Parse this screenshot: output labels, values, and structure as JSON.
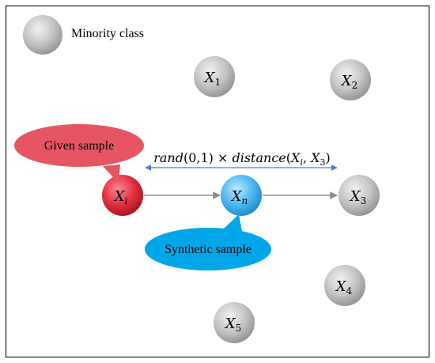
{
  "legend": {
    "label": "Minority class"
  },
  "points": {
    "x1": {
      "base": "X",
      "sub": "1"
    },
    "x2": {
      "base": "X",
      "sub": "2"
    },
    "x3": {
      "base": "X",
      "sub": "3"
    },
    "x4": {
      "base": "X",
      "sub": "4"
    },
    "x5": {
      "base": "X",
      "sub": "5"
    },
    "xi": {
      "base": "X",
      "sub": "i"
    },
    "xn": {
      "base": "X",
      "sub": "n"
    }
  },
  "callouts": {
    "given": "Given sample",
    "synthetic": "Synthetic sample"
  },
  "formula": {
    "rand": "rand",
    "rand_args": "(0,1) × ",
    "distance": "distance",
    "open": "(",
    "arg1_base": "X",
    "arg1_sub": "i",
    "comma": ", ",
    "arg2_base": "X",
    "arg2_sub": "3",
    "close": ")"
  },
  "colors": {
    "gray_node": "#b3b3b3",
    "red_node": "#e0303f",
    "blue_node": "#4cb8f0",
    "given_callout": "#e65562",
    "synthetic_callout": "#00a6e8",
    "arrow_gray": "#8c8c8c",
    "arrow_blue": "#4a7fc8"
  }
}
